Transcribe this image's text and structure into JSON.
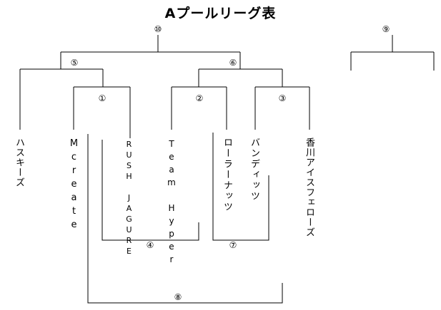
{
  "title": "Aプールリーグ表",
  "teams": [
    "ハスキーズ",
    "Mcreate",
    "RUSH JAGURE",
    "Team Hyper",
    "ローラーナッツ",
    "バンディッツ",
    "香川アイスフェローズ"
  ],
  "matches": {
    "m1": "①",
    "m2": "②",
    "m3": "③",
    "m4": "④",
    "m5": "⑤",
    "m6": "⑥",
    "m7": "⑦",
    "m8": "⑧",
    "m9": "⑨",
    "m10": "⑩"
  }
}
